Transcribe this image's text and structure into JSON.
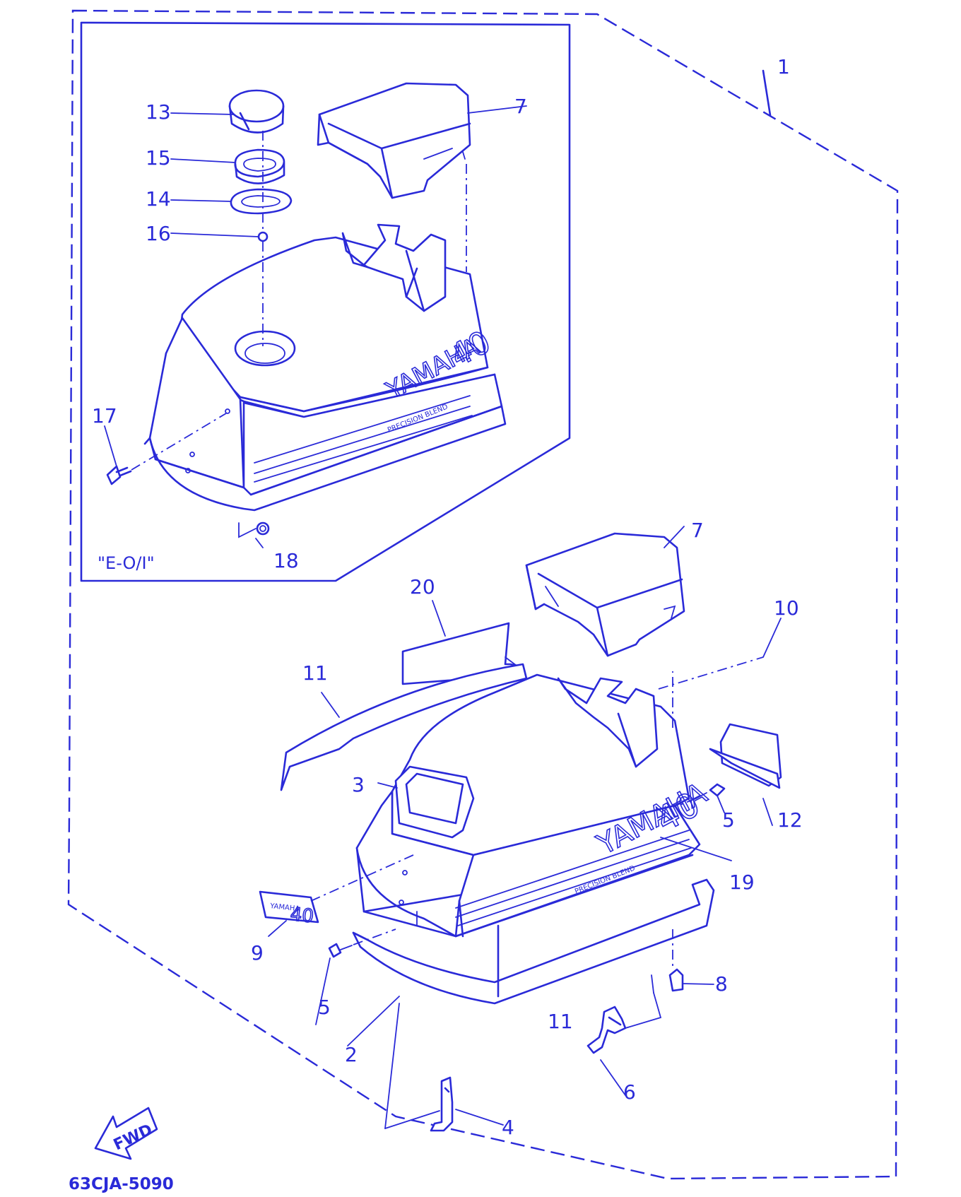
{
  "inset_label": "\"E-O/I\"",
  "diagram_code": "63CJA-5090",
  "fwd_label": "FWD",
  "brand_text": "YAMAHA",
  "model_number": "40",
  "subtitle_text": "PRECISION BLEND",
  "decal_text": "YAMAHA",
  "decal_number": "40",
  "callouts": {
    "c1": "1",
    "c13": "13",
    "c15": "15",
    "c14": "14",
    "c16": "16",
    "c7_top": "7",
    "c17": "17",
    "c18": "18",
    "c20": "20",
    "c7": "7",
    "c10": "10",
    "c11_left": "11",
    "c3": "3",
    "c5_right": "5",
    "c12": "12",
    "c19": "19",
    "c9": "9",
    "c5_left": "5",
    "c8": "8",
    "c11_bottom": "11",
    "c2": "2",
    "c6": "6",
    "c4": "4"
  },
  "colors": {
    "ink": "#2a2ad8",
    "paper": "#ffffff"
  }
}
